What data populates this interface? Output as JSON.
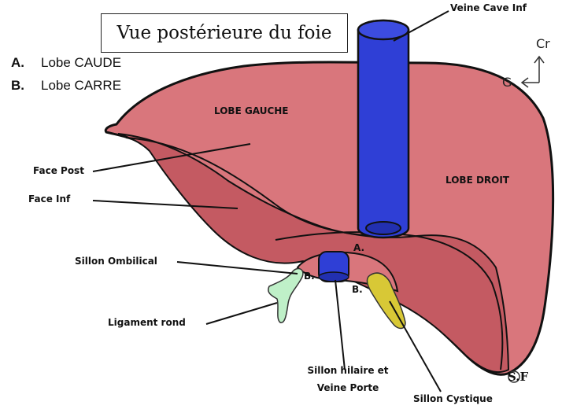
{
  "title": "Vue postérieure du foie",
  "legend": [
    {
      "key": "A.",
      "text": "Lobe CAUDE"
    },
    {
      "key": "B.",
      "text": "Lobe CARRE"
    }
  ],
  "labels": {
    "veine_cave": "Veine Cave Inf",
    "lobe_gauche": "LOBE GAUCHE",
    "lobe_droit": "LOBE DROIT",
    "face_post": "Face Post",
    "face_inf": "Face Inf",
    "sillon_ombilical": "Sillon Ombilical",
    "ligament_rond": "Ligament rond",
    "sillon_hilaire_line1": "Sillon hilaire et",
    "sillon_hilaire_line2": "Veine Porte",
    "sillon_cystique": "Sillon Cystique",
    "mark_a": "A.",
    "mark_b1": "B.",
    "mark_b2": "B."
  },
  "orientation": {
    "cranial": "Cr",
    "left": "G"
  },
  "signature": "S.F",
  "colors": {
    "liver_light": "#d9767c",
    "liver_dark": "#c45a62",
    "vena_cava": "#2f3fd6",
    "ligament": "#bff0c8",
    "gallbladder": "#d8c836",
    "outline": "#111111"
  }
}
